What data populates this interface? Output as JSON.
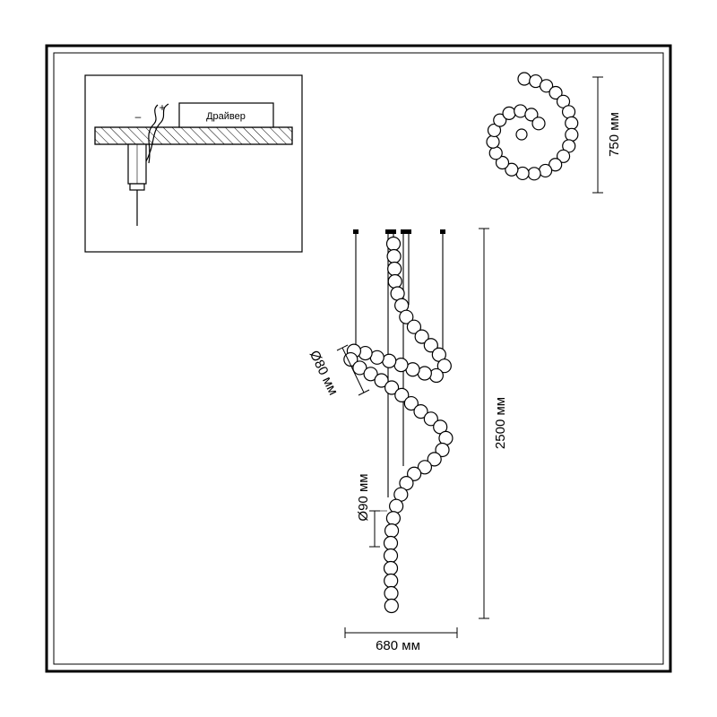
{
  "mounting_detail": {
    "driver_label": "Драйвер",
    "minus_sign": "–",
    "plus_sign": "+"
  },
  "dimensions": {
    "top_view_diameter": "750 мм",
    "total_height": "2500 мм",
    "width": "680 мм",
    "small_bead_diameter": "Ø80 мм",
    "large_bead_diameter": "Ø90 мм"
  },
  "colors": {
    "line": "#000000",
    "background": "#ffffff"
  }
}
